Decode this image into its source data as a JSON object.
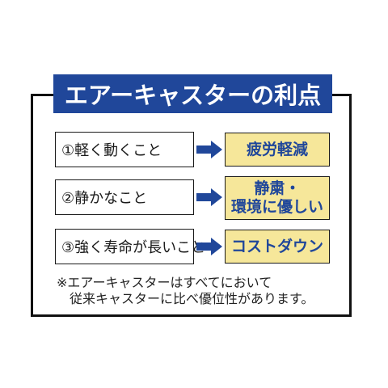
{
  "title": "エアーキャスターの利点",
  "colors": {
    "banner": "#20479a",
    "result_bg": "#f6e79a",
    "result_text": "#20479a",
    "arrow": "#20479a"
  },
  "rows": [
    {
      "label": "①軽く動くこと",
      "result_lines": [
        "疲労軽減"
      ]
    },
    {
      "label": "②静かなこと",
      "result_lines": [
        "静粛・",
        "環境に優しい"
      ]
    },
    {
      "label": "③強く寿命が長いこと",
      "result_lines": [
        "コストダウン"
      ]
    }
  ],
  "note": {
    "line1": "※エアーキャスターはすべてにおいて",
    "line2": "従来キャスターに比べ優位性があります。"
  }
}
